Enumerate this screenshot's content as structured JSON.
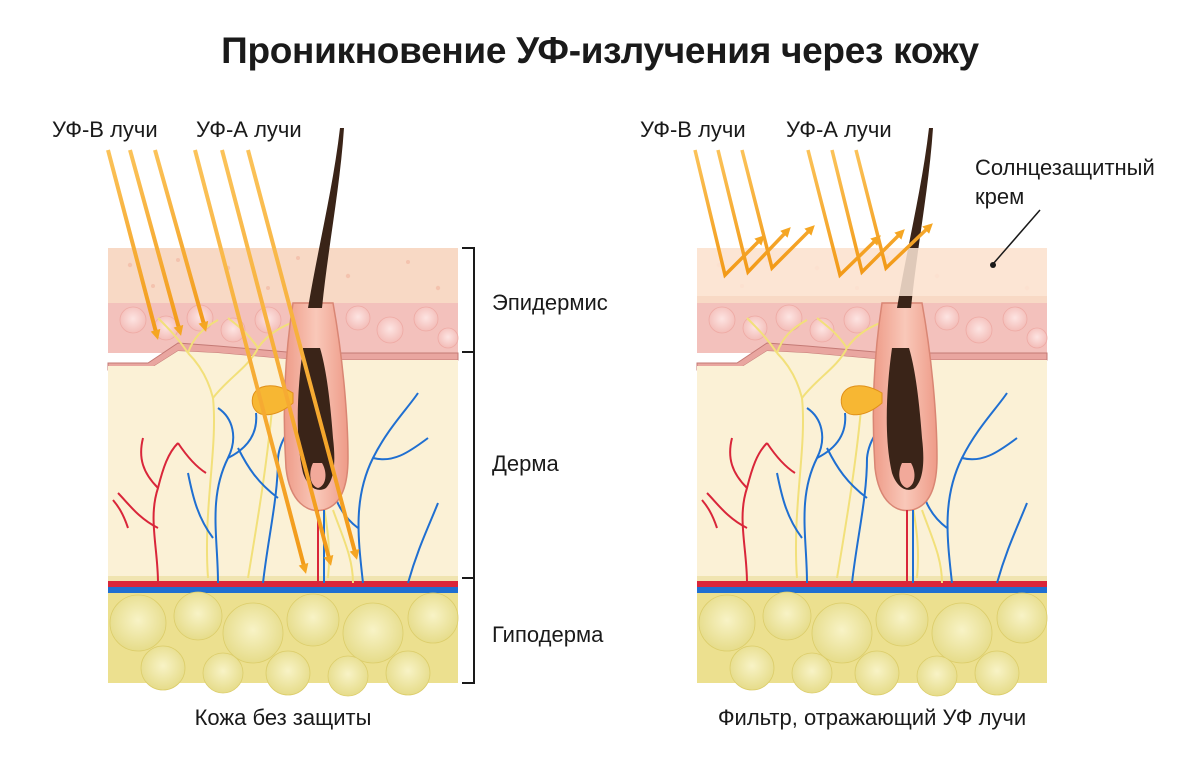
{
  "title": "Проникновение УФ-излучения через кожу",
  "left_panel": {
    "uvb_label": "УФ-В лучи",
    "uva_label": "УФ-А лучи",
    "caption": "Кожа без защиты"
  },
  "right_panel": {
    "uvb_label": "УФ-В лучи",
    "uva_label": "УФ-А лучи",
    "sunscreen_label_line1": "Солнцезащитный",
    "sunscreen_label_line2": "крем",
    "caption": "Фильтр, отражающий УФ лучи"
  },
  "layers": {
    "epidermis": "Эпидермис",
    "dermis": "Дерма",
    "hypodermis": "Гиподерма"
  },
  "colors": {
    "ray": "#f5a623",
    "epidermis_top": "#f9d7c2",
    "epidermis_cells": "#f6c9c4",
    "dermis": "#fbf1d6",
    "hypodermis": "#efe7a0",
    "artery": "#d9263a",
    "vein": "#1f6fd1",
    "nerve": "#f2e07a",
    "hair": "#3a2418",
    "follicle": "#f2a99a",
    "sunscreen": "#fde6d6"
  }
}
